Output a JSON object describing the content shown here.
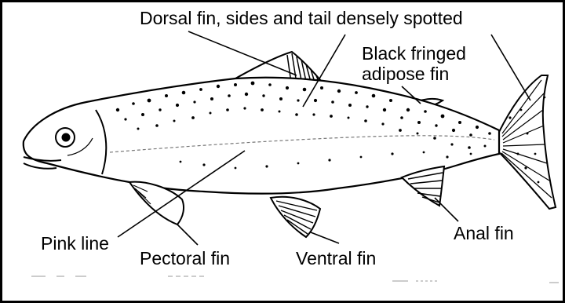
{
  "labels": {
    "dorsal": "Dorsal fin, sides and tail densely spotted",
    "adipose": "Black fringed\nadipose fin",
    "pink_line": "Pink line",
    "pectoral": "Pectoral fin",
    "ventral": "Ventral fin",
    "anal": "Anal fin"
  },
  "colors": {
    "ink": "#000000",
    "paper": "#ffffff"
  }
}
